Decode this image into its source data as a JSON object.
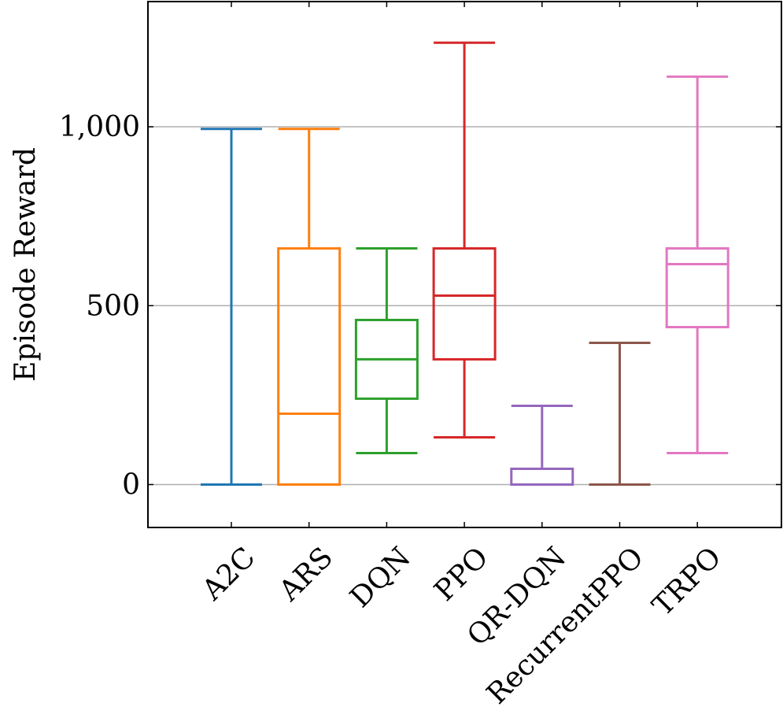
{
  "chart_data": {
    "type": "box",
    "ylabel": "Episode Reward",
    "xlabel": "",
    "title": "",
    "ylim": [
      -120,
      1350
    ],
    "yticks": [
      0,
      500,
      1000
    ],
    "ytick_labels": [
      "0",
      "500",
      "1,000"
    ],
    "grid": "y-major",
    "categories": [
      "A2C",
      "ARS",
      "DQN",
      "PPO",
      "QR-DQN",
      "RecurrentPPO",
      "TRPO"
    ],
    "boxes": [
      {
        "name": "A2C",
        "whisker_low": 0,
        "q1": 0,
        "median": 0,
        "q3": 0,
        "whisker_high": 994,
        "color": "#1f77b4"
      },
      {
        "name": "ARS",
        "whisker_low": 0,
        "q1": 0,
        "median": 198,
        "q3": 660,
        "whisker_high": 994,
        "color": "#ff7f0e"
      },
      {
        "name": "DQN",
        "whisker_low": 88,
        "q1": 240,
        "median": 350,
        "q3": 460,
        "whisker_high": 660,
        "color": "#2ca02c"
      },
      {
        "name": "PPO",
        "whisker_low": 132,
        "q1": 350,
        "median": 528,
        "q3": 660,
        "whisker_high": 1235,
        "color": "#d62728"
      },
      {
        "name": "QR-DQN",
        "whisker_low": 0,
        "q1": 0,
        "median": 0,
        "q3": 44,
        "whisker_high": 220,
        "color": "#9467bd"
      },
      {
        "name": "RecurrentPPO",
        "whisker_low": 0,
        "q1": 0,
        "median": 0,
        "q3": 0,
        "whisker_high": 396,
        "color": "#8c564b"
      },
      {
        "name": "TRPO",
        "whisker_low": 88,
        "q1": 440,
        "median": 616,
        "q3": 660,
        "whisker_high": 1140,
        "color": "#e377c2"
      }
    ]
  }
}
